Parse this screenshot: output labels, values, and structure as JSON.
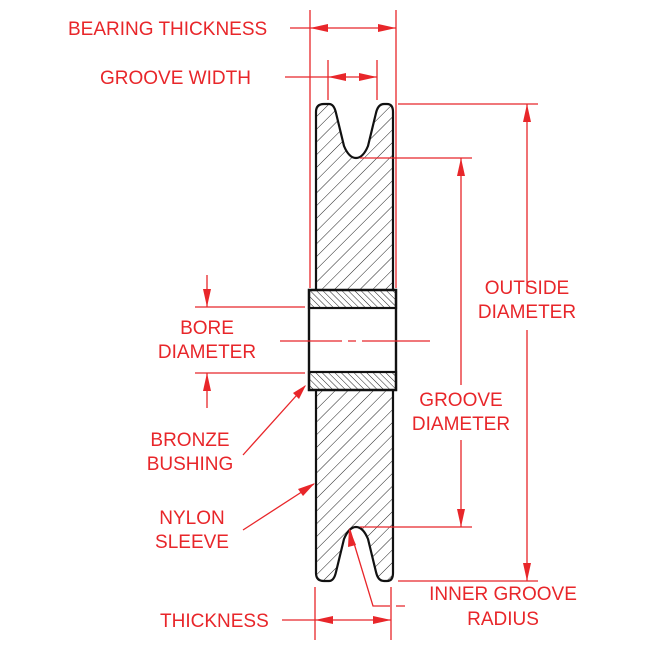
{
  "labels": {
    "bearing_thickness": "BEARING THICKNESS",
    "groove_width": "GROOVE WIDTH",
    "outside_diameter": [
      "OUTSIDE",
      "DIAMETER"
    ],
    "bore_diameter": [
      "BORE",
      "DIAMETER"
    ],
    "groove_diameter": [
      "GROOVE",
      "DIAMETER"
    ],
    "bronze_bushing": [
      "BRONZE",
      "BUSHING"
    ],
    "nylon_sleeve": [
      "NYLON",
      "SLEEVE"
    ],
    "thickness": "THICKNESS",
    "inner_groove_radius": [
      "INNER GROOVE",
      "RADIUS"
    ]
  },
  "colors": {
    "dimension": "#e8262a",
    "outline": "#1a1a1a"
  }
}
